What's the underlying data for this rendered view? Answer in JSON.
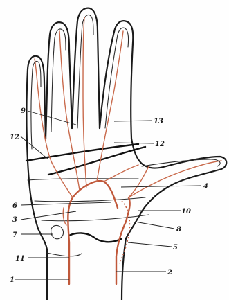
{
  "figure": {
    "labels": [
      {
        "id": "l1",
        "text": "1"
      },
      {
        "id": "l2",
        "text": "2"
      },
      {
        "id": "l3",
        "text": "3"
      },
      {
        "id": "l4",
        "text": "4"
      },
      {
        "id": "l5",
        "text": "5"
      },
      {
        "id": "l6",
        "text": "6"
      },
      {
        "id": "l7",
        "text": "7"
      },
      {
        "id": "l8",
        "text": "8"
      },
      {
        "id": "l9",
        "text": "9"
      },
      {
        "id": "l10",
        "text": "10"
      },
      {
        "id": "l11",
        "text": "11"
      },
      {
        "id": "l12a",
        "text": "12"
      },
      {
        "id": "l12b",
        "text": "12"
      },
      {
        "id": "l13",
        "text": "13"
      }
    ],
    "colors": {
      "vessel": "#c0583a",
      "ink": "#1a1a1a"
    }
  }
}
